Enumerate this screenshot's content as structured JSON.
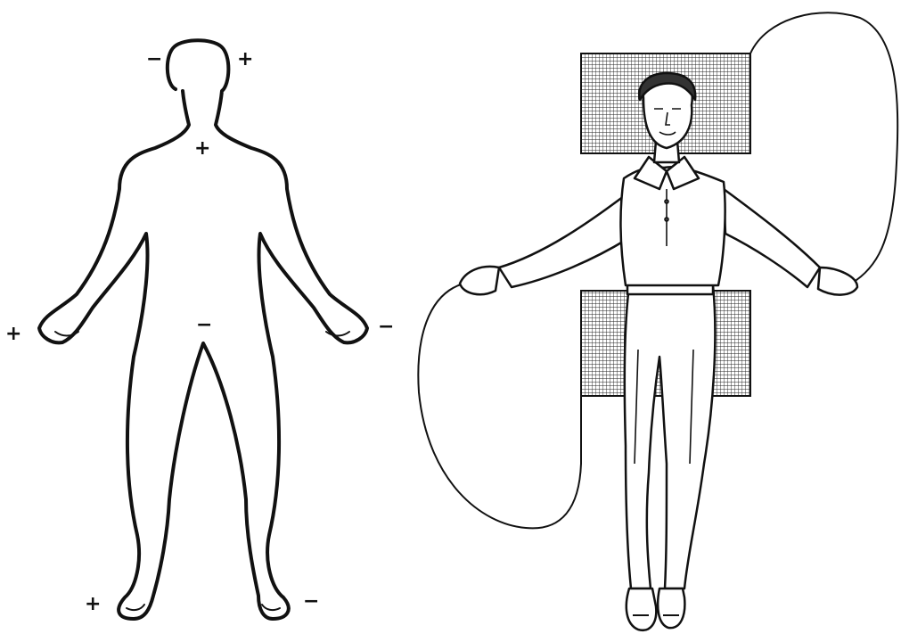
{
  "left_figure": {
    "polarity_labels": [
      {
        "id": "head-left",
        "text": "−"
      },
      {
        "id": "head-right",
        "text": "+"
      },
      {
        "id": "neck",
        "text": "+"
      },
      {
        "id": "hand-left",
        "text": "+"
      },
      {
        "id": "hand-right",
        "text": "−"
      },
      {
        "id": "groin",
        "text": "−"
      },
      {
        "id": "foot-left",
        "text": "+"
      },
      {
        "id": "foot-right",
        "text": "−"
      }
    ]
  },
  "right_figure": {
    "description_icon": "man-with-grid-plates-and-wire-loops-icon"
  }
}
